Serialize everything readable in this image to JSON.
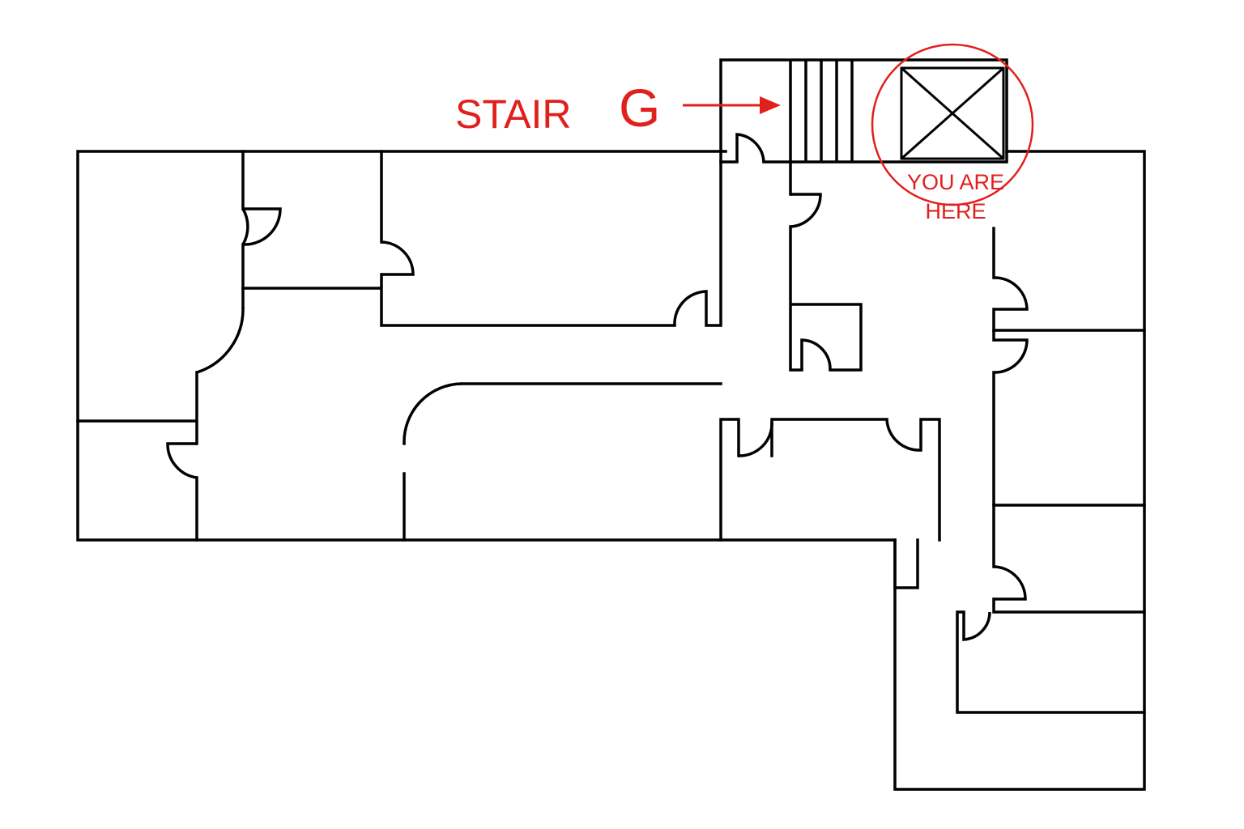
{
  "map": {
    "stair_label": "STAIR",
    "stair_letter": "G",
    "marker_line1": "YOU ARE",
    "marker_line2": "HERE"
  },
  "colors": {
    "walls": "#000000",
    "highlight": "#e0201c",
    "background": "#ffffff"
  },
  "icons": {
    "stair": "stair-treads-icon",
    "elevator": "elevator-x-icon",
    "location": "you-are-here-circle-icon",
    "pointer": "arrow-right-icon"
  }
}
